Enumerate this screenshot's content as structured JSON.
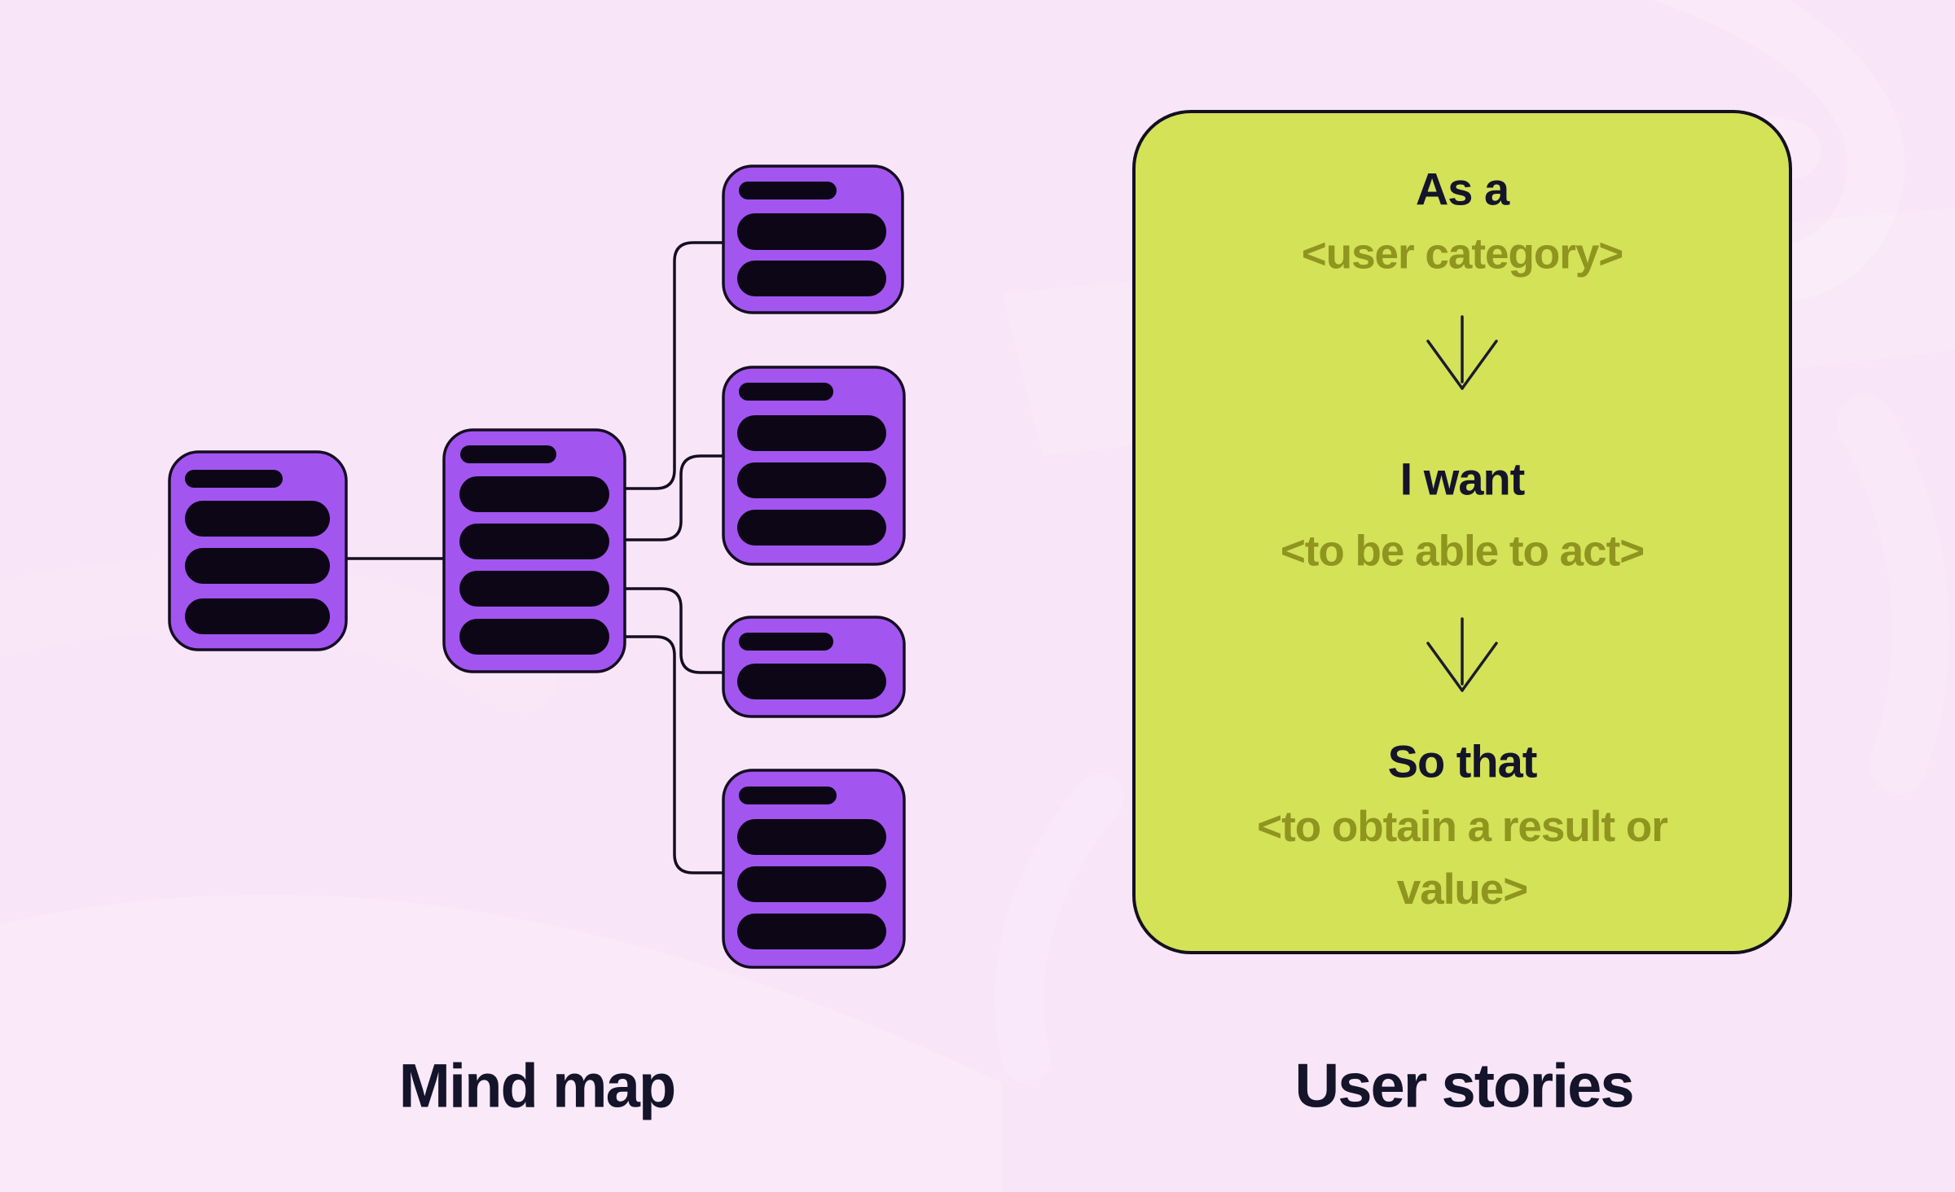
{
  "background": {
    "color": "#f9e5f8"
  },
  "colors": {
    "node_purple": "#a355f0",
    "bar_ink": "#0c0616",
    "outline_ink": "#150d22",
    "card_green": "#d4e258",
    "placeholder_olive": "#8f951f",
    "text_ink": "#14142a"
  },
  "mindmap": {
    "label": "Mind map",
    "nodes": [
      {
        "id": "root",
        "title_bar": true,
        "full_bars": 3
      },
      {
        "id": "hub",
        "title_bar": true,
        "full_bars": 4
      },
      {
        "id": "branch-1",
        "title_bar": true,
        "full_bars": 2
      },
      {
        "id": "branch-2",
        "title_bar": true,
        "full_bars": 3
      },
      {
        "id": "branch-3",
        "title_bar": true,
        "full_bars": 1
      },
      {
        "id": "branch-4",
        "title_bar": true,
        "full_bars": 3
      }
    ]
  },
  "user_stories": {
    "label": "User stories",
    "card": {
      "step1_title": "As a",
      "step1_placeholder": "<user category>",
      "step2_title": "I want",
      "step2_placeholder": "<to be able to act>",
      "step3_title": "So that",
      "step3_placeholder": "<to obtain a result or value>"
    }
  }
}
